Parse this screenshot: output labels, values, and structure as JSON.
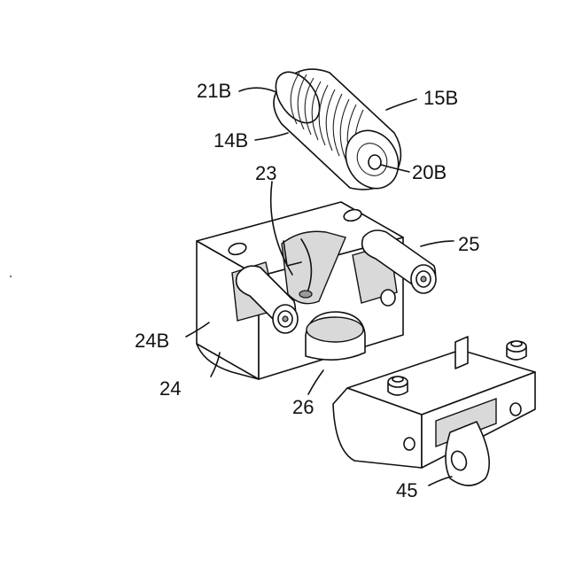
{
  "labels": {
    "l21b": "21B",
    "l15b": "15B",
    "l14b": "14B",
    "l20b": "20B",
    "l23": "23",
    "l25": "25",
    "l24b": "24B",
    "l24": "24",
    "l26": "26",
    "l45": "45"
  }
}
